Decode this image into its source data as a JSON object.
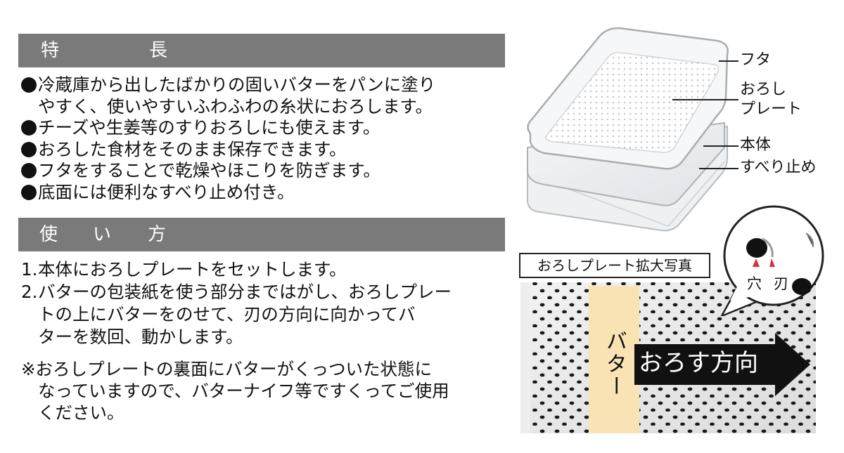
{
  "features": {
    "heading": [
      "特",
      "長"
    ],
    "items": [
      {
        "lines": [
          "冷蔵庫から出したばかりの固いバターをパンに塗り",
          "やすく、使いやすいふわふわの糸状におろします。"
        ]
      },
      {
        "lines": [
          "チーズや生姜等のすりおろしにも使えます。"
        ]
      },
      {
        "lines": [
          "おろした食材をそのまま保存できます。"
        ]
      },
      {
        "lines": [
          "フタをすることで乾燥やほこりを防ぎます。"
        ]
      },
      {
        "lines": [
          "底面には便利なすべり止め付き。"
        ]
      }
    ]
  },
  "usage": {
    "heading": [
      "使",
      "い",
      "方"
    ],
    "steps": [
      {
        "num": "1.",
        "lines": [
          "本体におろしプレートをセットします。"
        ]
      },
      {
        "num": "2.",
        "lines": [
          "バターの包装紙を使う部分まではがし、おろしプレー",
          "トの上にバターをのせて、刃の方向に向かってバ",
          "ターを数回、動かします。"
        ]
      }
    ],
    "note": {
      "mark": "※",
      "lines": [
        "おろしプレートの裏面にバターがくっついた状態に",
        "なっていますので、バターナイフ等ですくってご使用",
        "ください。"
      ]
    }
  },
  "product": {
    "lid": "フタ",
    "plate": [
      "おろし",
      "プレート"
    ],
    "body": "本体",
    "non_slip": "すべり止め"
  },
  "zoom": {
    "label": "おろしプレート拡大写真",
    "hole": "穴",
    "blade": "刃",
    "butter": "バター",
    "direction": "おろす方向"
  },
  "colors": {
    "heading_bar": "#7a7a7a",
    "butter": "#f9e3b4",
    "arrow": "#111111",
    "marker": "#d9303a"
  }
}
